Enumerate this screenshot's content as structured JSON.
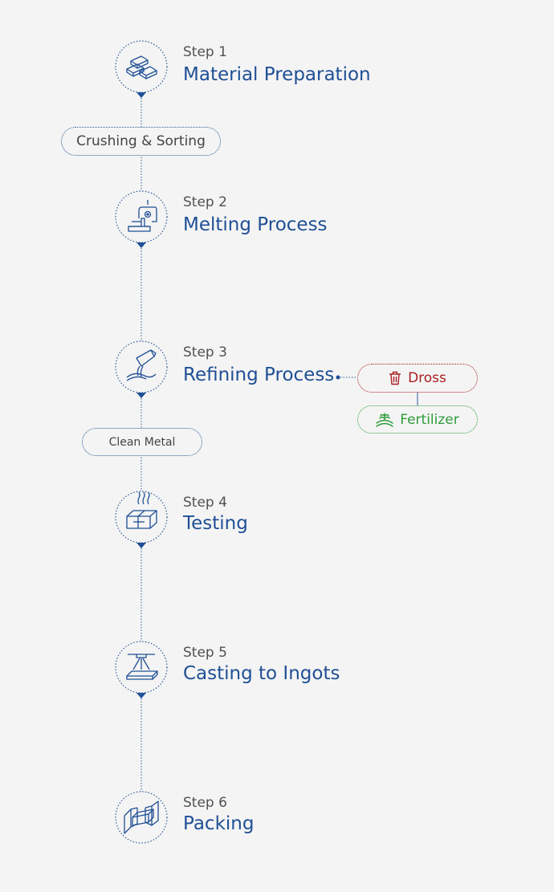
{
  "steps": [
    {
      "label": "Step 1",
      "title": "Material Preparation",
      "icon": "ingot-stack-icon"
    },
    {
      "label": "Step 2",
      "title": "Melting Process",
      "icon": "furnace-icon"
    },
    {
      "label": "Step 3",
      "title": "Refining Process",
      "icon": "pouring-ladle-icon"
    },
    {
      "label": "Step 4",
      "title": "Testing",
      "icon": "heated-block-icon"
    },
    {
      "label": "Step 5",
      "title": "Casting to Ingots",
      "icon": "casting-mold-icon"
    },
    {
      "label": "Step 6",
      "title": "Packing",
      "icon": "packing-box-icon"
    }
  ],
  "connectors": {
    "after_step_1": "Crushing & Sorting",
    "after_step_3": "Clean Metal"
  },
  "branch": {
    "dross": {
      "label": "Dross",
      "icon": "trash-icon",
      "color": "#a81e22"
    },
    "fertilizer": {
      "label": "Fertilizer",
      "icon": "plant-icon",
      "color": "#2e9c3a"
    }
  },
  "colors": {
    "accent": "#1f4f95",
    "line": "#2e5a96",
    "background": "#f4f4f4"
  }
}
